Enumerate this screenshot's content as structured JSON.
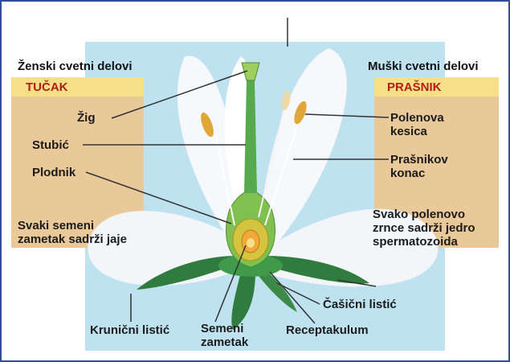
{
  "colors": {
    "frame": "#2e4f97",
    "sky": "#bfe2f1",
    "panel": "#e9c89a",
    "band": "#f6df86",
    "accent_red": "#b31d16",
    "petal": "#f7f8fb",
    "stem_green": "#57a94e",
    "ovary_green": "#7fc04f",
    "anther": "#e0a638",
    "line": "#333333"
  },
  "female": {
    "header": "Ženski cvetni delovi",
    "band_title": "TUČAK",
    "labels": {
      "zig": "Žig",
      "stubic": "Stubić",
      "plodnik": "Plodnik",
      "jaje_note": "Svaki semeni\nzametak sadrži jaje"
    }
  },
  "male": {
    "header": "Muški cvetni delovi",
    "band_title": "PRAŠNIK",
    "labels": {
      "polenova_kesica": "Polenova\nkesica",
      "prasnikov_konac": "Prašnikov\nkonac",
      "polen_note": "Svako polenovo\nzrnce sadrži jedro\nspermatozoida"
    }
  },
  "bottom": {
    "krunicni": "Krunični listić",
    "semeni": "Semeni\nzametak",
    "receptakulum": "Receptakulum",
    "casicni": "Čašični listić"
  }
}
